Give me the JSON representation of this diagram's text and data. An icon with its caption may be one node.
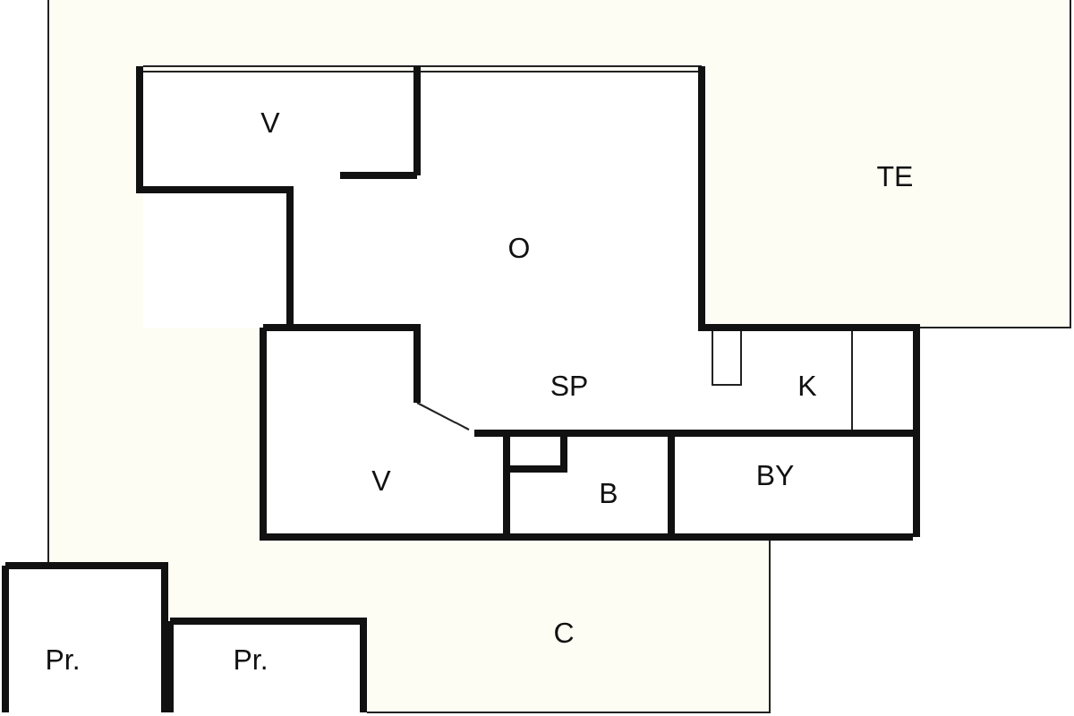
{
  "diagram": {
    "labels": [
      "V",
      "TE",
      "O",
      "SP",
      "K",
      "V",
      "B",
      "BY",
      "C",
      "Pr.",
      "Pr."
    ]
  }
}
